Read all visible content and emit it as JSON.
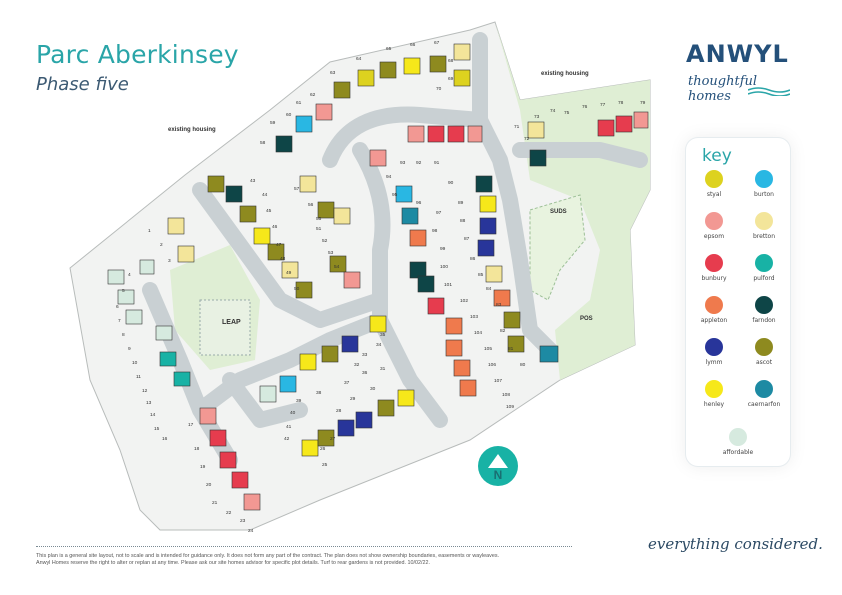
{
  "header": {
    "title": "Parc Aberkinsey",
    "subtitle": "Phase five"
  },
  "logo": {
    "word": "ANWYL",
    "tagline": "thoughtful homes"
  },
  "map": {
    "labels": {
      "existing_housing_left": "existing housing",
      "existing_housing_right": "existing housing",
      "leap": "LEAP",
      "suds": "SUDS",
      "pos": "POS",
      "north": "N"
    },
    "plot_numbers": [
      "1",
      "2",
      "3",
      "4",
      "5",
      "6",
      "7",
      "8",
      "9",
      "10",
      "11",
      "12",
      "13",
      "14",
      "15",
      "16",
      "17",
      "18",
      "19",
      "20",
      "21",
      "22",
      "23",
      "24",
      "25",
      "26",
      "27",
      "28",
      "29",
      "30",
      "31",
      "32",
      "33",
      "34",
      "35",
      "36",
      "37",
      "38",
      "39",
      "40",
      "41",
      "42",
      "43",
      "44",
      "45",
      "46",
      "47",
      "48",
      "49",
      "50",
      "51",
      "52",
      "53",
      "54",
      "55",
      "56",
      "57",
      "58",
      "59",
      "60",
      "61",
      "62",
      "63",
      "64",
      "65",
      "66",
      "67",
      "68",
      "69",
      "70",
      "71",
      "72",
      "73",
      "74",
      "75",
      "76",
      "77",
      "78",
      "79",
      "80",
      "81",
      "82",
      "83",
      "84",
      "85",
      "86",
      "87",
      "88",
      "89",
      "90",
      "91",
      "92",
      "93",
      "94",
      "95",
      "96",
      "97",
      "98",
      "99",
      "100",
      "101",
      "102",
      "103",
      "104",
      "105",
      "106",
      "107",
      "108",
      "109"
    ]
  },
  "key": {
    "title": "key",
    "items": [
      {
        "label": "styal",
        "color": "#ddd21f"
      },
      {
        "label": "burton",
        "color": "#29b7e3"
      },
      {
        "label": "epsom",
        "color": "#f29893"
      },
      {
        "label": "bretton",
        "color": "#f3e59a"
      },
      {
        "label": "bunbury",
        "color": "#e63c4e"
      },
      {
        "label": "pulford",
        "color": "#18b2a5"
      },
      {
        "label": "appleton",
        "color": "#ef7a4d"
      },
      {
        "label": "farndon",
        "color": "#0e4547"
      },
      {
        "label": "lymm",
        "color": "#28359a"
      },
      {
        "label": "ascot",
        "color": "#8e8a1f"
      },
      {
        "label": "henley",
        "color": "#f6e81a"
      },
      {
        "label": "caernarfon",
        "color": "#1d8aa3"
      },
      {
        "label": "affordable",
        "color": "#d6eadf"
      }
    ]
  },
  "footer": {
    "disclaimer_line1": "This plan is a general site layout, not to scale and is intended for guidance only. It does not form any part of the contract. The plan does not show ownership boundaries, easements or wayleaves.",
    "disclaimer_line2": "Anwyl Homes reserve the right to alter or replan at any time. Please ask our site homes advisor for specific plot details. Turf to rear gardens is not provided. 10/02/22.",
    "tagline": "everything considered."
  }
}
